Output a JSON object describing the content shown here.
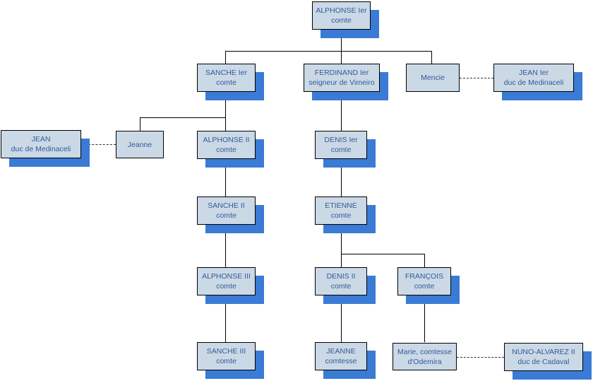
{
  "nodes": {
    "alphonse1": {
      "line1": "ALPHONSE Ier",
      "line2": "comte"
    },
    "sanche1": {
      "line1": "SANCHE Ier",
      "line2": "comte"
    },
    "ferdinand1": {
      "line1": "FERDINAND Ier",
      "line2": "seigneur de Vimeiro"
    },
    "mencie": {
      "line1": "Mencie",
      "line2": ""
    },
    "jean_top": {
      "line1": "JEAN Ier",
      "line2": "duc de Medinaceli"
    },
    "jean_left": {
      "line1": "JEAN",
      "line2": "duc de Medinaceli"
    },
    "jeanne": {
      "line1": "Jeanne",
      "line2": ""
    },
    "alphonse2": {
      "line1": "ALPHONSE II",
      "line2": "comte"
    },
    "denis1": {
      "line1": "DENIS Ier",
      "line2": "comte"
    },
    "sanche2": {
      "line1": "SANCHE II",
      "line2": "comte"
    },
    "etienne": {
      "line1": "ETIENNE",
      "line2": "comte"
    },
    "alphonse3": {
      "line1": "ALPHONSE III",
      "line2": "comte"
    },
    "denis2": {
      "line1": "DENIS II",
      "line2": "comte"
    },
    "francois": {
      "line1": "FRANÇOIS",
      "line2": "comte"
    },
    "sanche3": {
      "line1": "SANCHE III",
      "line2": "comte"
    },
    "jeanne_comtesse": {
      "line1": "JEANNE",
      "line2": "comtesse"
    },
    "marie": {
      "line1": "Marie, comtesse",
      "line2": "d'Odemira"
    },
    "nuno": {
      "line1": "NUNO-ALVAREZ II",
      "line2": "duc de Cadaval"
    }
  },
  "colors": {
    "box_fill": "#cbd8e6",
    "shadow": "#3a7bd5",
    "text": "#2f5d96",
    "line": "#000000"
  }
}
